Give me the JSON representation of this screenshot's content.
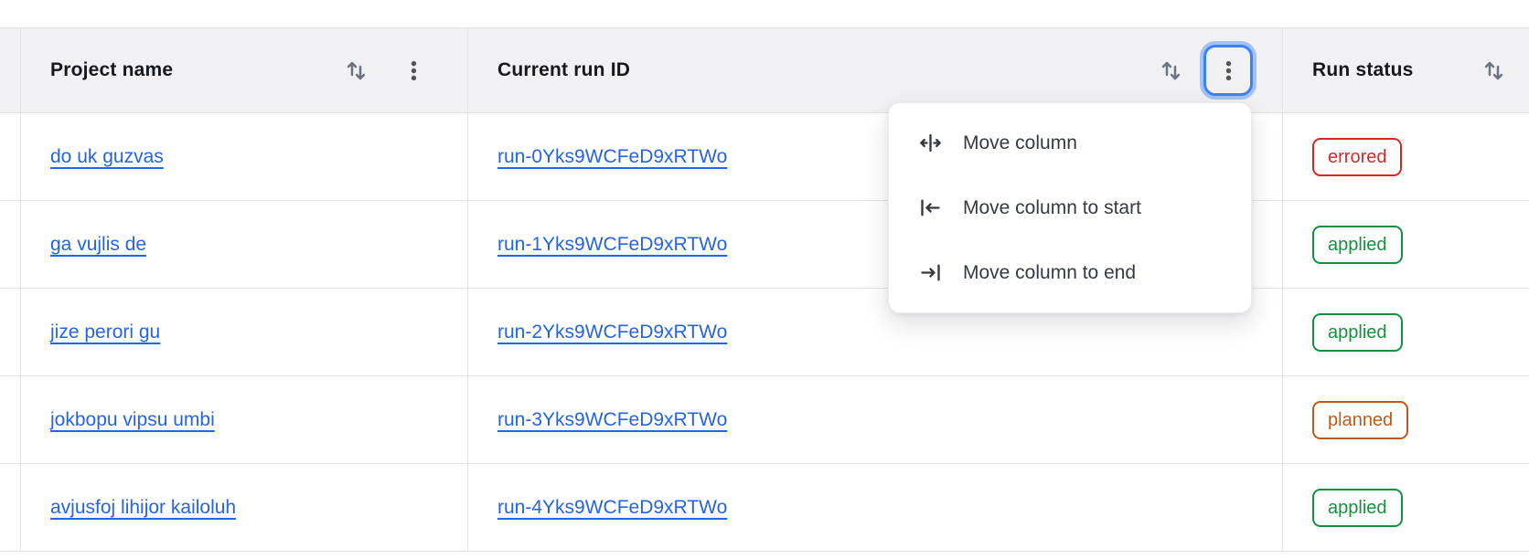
{
  "header": {
    "columns": [
      {
        "label": "Project name"
      },
      {
        "label": "Current run ID"
      },
      {
        "label": "Run status"
      }
    ]
  },
  "rows": [
    {
      "project": "do uk guzvas",
      "run_id": "run-0Yks9WCFeD9xRTWo",
      "status": "errored",
      "status_color": "red"
    },
    {
      "project": "ga vujlis de",
      "run_id": "run-1Yks9WCFeD9xRTWo",
      "status": "applied",
      "status_color": "green"
    },
    {
      "project": "jize perori gu",
      "run_id": "run-2Yks9WCFeD9xRTWo",
      "status": "applied",
      "status_color": "green"
    },
    {
      "project": "jokbopu vipsu umbi",
      "run_id": "run-3Yks9WCFeD9xRTWo",
      "status": "planned",
      "status_color": "orange"
    },
    {
      "project": "avjusfoj lihijor kailoluh",
      "run_id": "run-4Yks9WCFeD9xRTWo",
      "status": "applied",
      "status_color": "green"
    }
  ],
  "menu": {
    "items": [
      {
        "icon": "move-column-icon",
        "label": "Move column"
      },
      {
        "icon": "move-column-to-start-icon",
        "label": "Move column to start"
      },
      {
        "icon": "move-column-to-end-icon",
        "label": "Move column to end"
      }
    ]
  },
  "icons": {
    "sort": "arrows-up-down-icon",
    "column_menu": "kebab-menu-icon"
  },
  "colors": {
    "link_blue": "#2563eb",
    "focus_ring_blue": "#3b82f6",
    "status_red": "#dc2626",
    "status_green": "#15913d",
    "status_orange": "#bc5a16",
    "header_bg": "#f1f1f3",
    "border": "#e2e2e6"
  }
}
